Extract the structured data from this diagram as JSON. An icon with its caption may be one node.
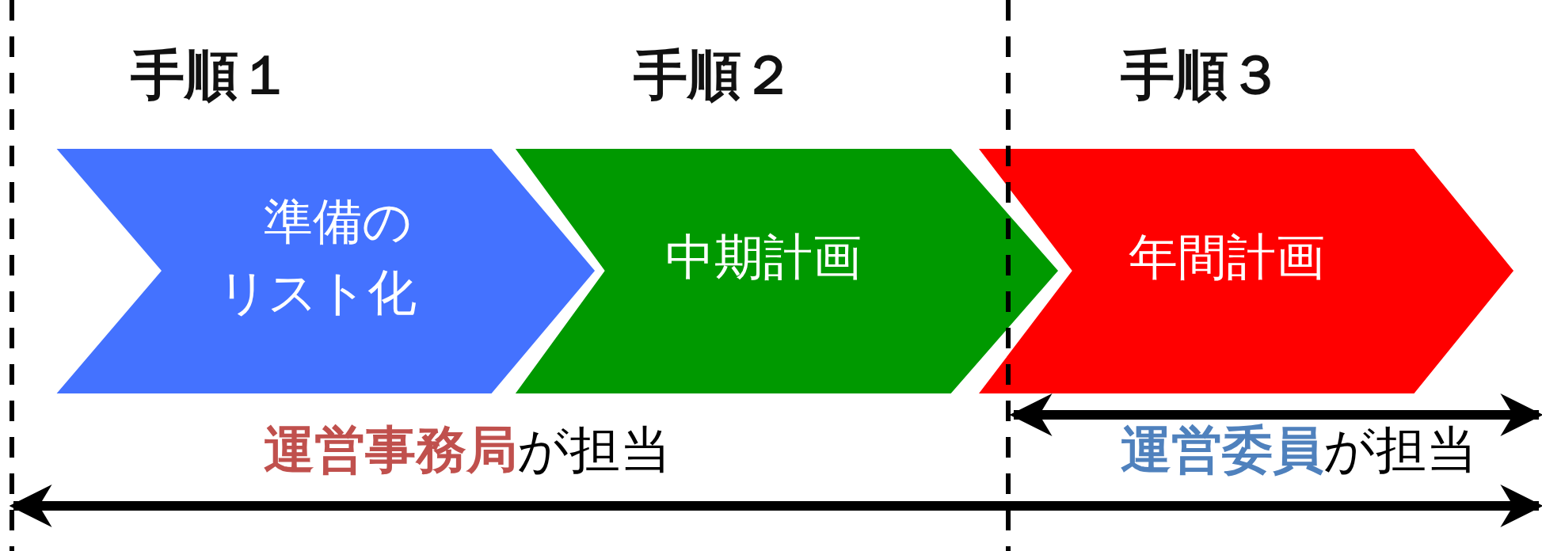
{
  "diagram": {
    "nodes": [
      {
        "text": [
          "手順１",
          "準備のリスト化"
        ]
      },
      {
        "text": [
          "手順２",
          "中期計画"
        ]
      },
      {
        "text": [
          "手順３",
          "年間計画"
        ]
      }
    ],
    "labels": [
      "**運営事務局**が担当",
      "**運営委員**が担当"
    ]
  }
}
